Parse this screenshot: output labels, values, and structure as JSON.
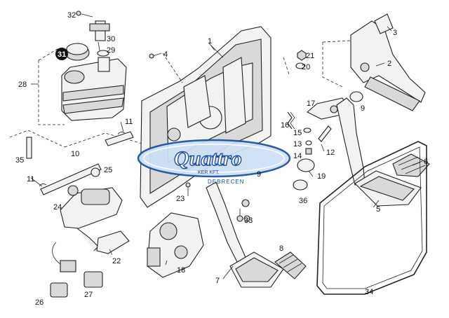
{
  "watermark": {
    "name": "Quattro",
    "subtitle": "KER KFT.",
    "city": "DEBRECEN",
    "colors": {
      "blue": "#1d4f9c",
      "light": "#cfe0f6"
    }
  },
  "callouts": {
    "n1": "1",
    "n2": "2",
    "n3": "3",
    "n4": "4",
    "n5": "5",
    "n6": "6",
    "n7": "7",
    "n8": "8",
    "n9a": "9",
    "n9b": "9",
    "n10": "10",
    "n11a": "11",
    "n11b": "11",
    "n12": "12",
    "n13": "13",
    "n14": "14",
    "n15": "15",
    "n16": "16",
    "n17": "17",
    "n18": "18",
    "n19": "19",
    "n20": "20",
    "n21": "21",
    "n22": "22",
    "n23": "23",
    "n24": "24",
    "n25": "25",
    "n26": "26",
    "n27": "27",
    "n28": "28",
    "n29": "29",
    "n30": "30",
    "n31": "31",
    "n32": "32",
    "n33": "33",
    "n34": "34",
    "n35": "35",
    "n36": "36"
  }
}
